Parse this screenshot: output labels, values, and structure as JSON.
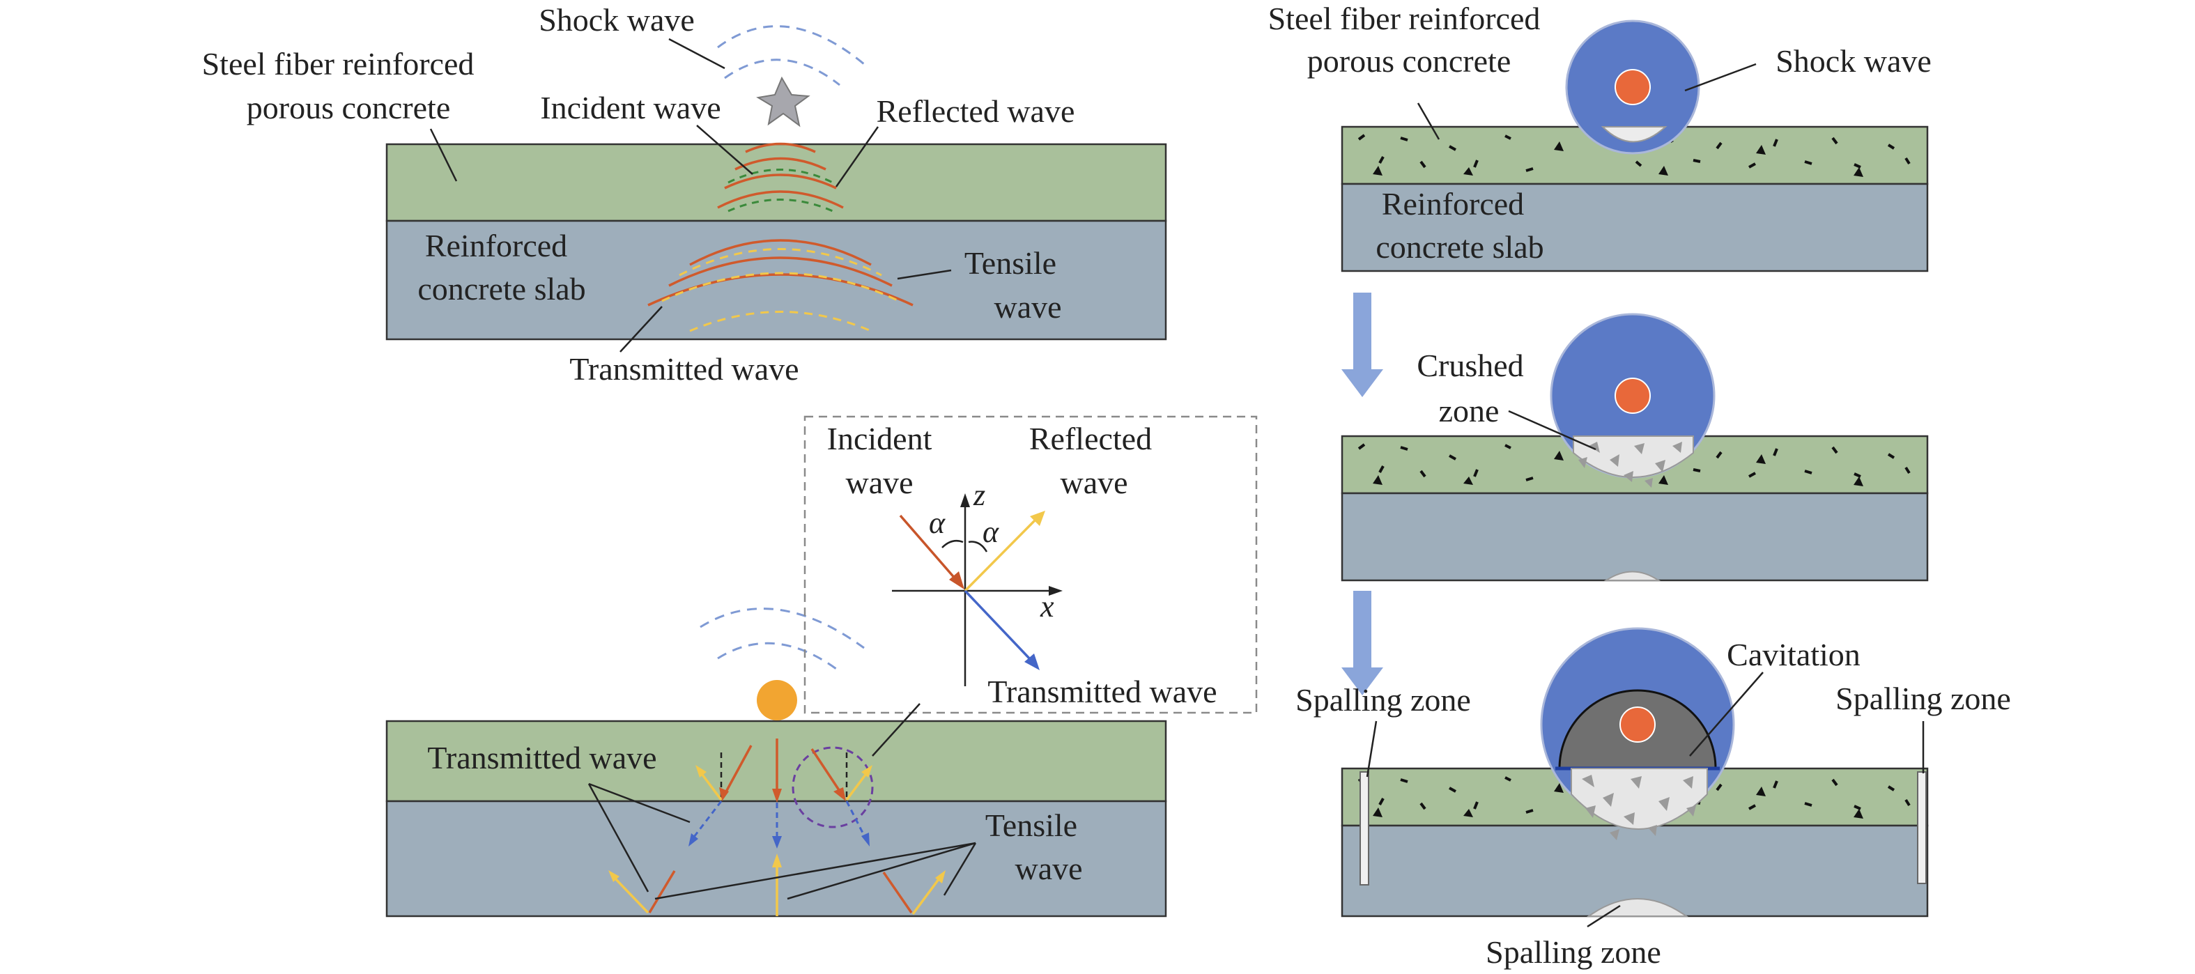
{
  "colors": {
    "porous_layer": "#a9c09b",
    "slab": "#9eaebb",
    "explosive_ball": "#5b7ac6",
    "charge_core": "#e8683a",
    "cavitation": "#707070",
    "orange_wave": "#d05a2c",
    "green_wave": "#3b8a3b",
    "yellow_wave": "#f2c84b",
    "blue_wave": "#4466c8",
    "shock_arc": "#7f9ad4",
    "process_arrow": "#8aa5da",
    "charge_sphere": "#f2a531",
    "detail_circle": "#6a3fa0"
  },
  "panel_a": {
    "shock_wave": "Shock wave",
    "layer_line1": "Steel fiber reinforced",
    "layer_line2": "porous concrete",
    "incident_wave": "Incident wave",
    "reflected_wave": "Reflected wave",
    "slab_line1": "Reinforced",
    "slab_line2": "concrete slab",
    "tensile_line1": "Tensile",
    "tensile_line2": "wave",
    "transmitted_wave": "Transmitted wave"
  },
  "panel_b": {
    "incident_line1": "Incident",
    "incident_line2": "wave",
    "reflected_line1": "Reflected",
    "reflected_line2": "wave",
    "axis_z": "z",
    "axis_x": "x",
    "angle_1": "α",
    "angle_2": "α",
    "transmitted_inset": "Transmitted wave",
    "transmitted_main": "Transmitted wave",
    "tensile_line1": "Tensile",
    "tensile_line2": "wave"
  },
  "panel_c": {
    "layer_line1": "Steel fiber reinforced",
    "layer_line2": "porous concrete",
    "shock_wave": "Shock wave",
    "slab_line1": "Reinforced",
    "slab_line2": "concrete slab",
    "crushed_line1": "Crushed",
    "crushed_line2": "zone",
    "cavitation": "Cavitation",
    "spalling_left": "Spalling zone",
    "spalling_right": "Spalling zone",
    "spalling_bottom": "Spalling zone"
  }
}
